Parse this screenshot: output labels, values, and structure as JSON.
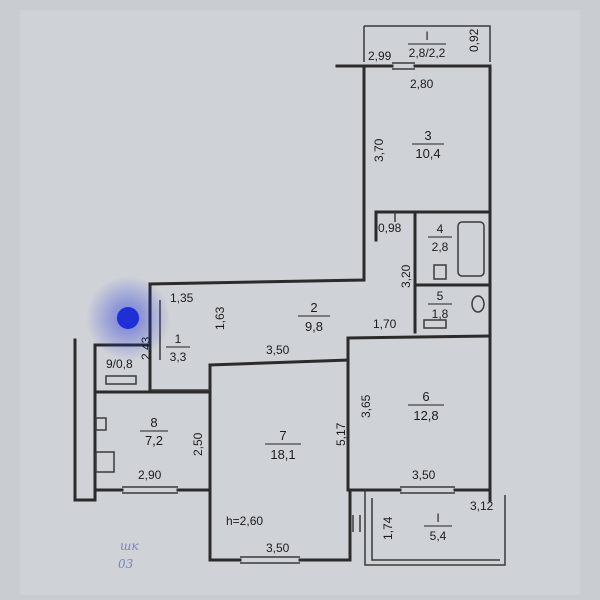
{
  "plan": {
    "rooms": [
      {
        "id": "balcony-top",
        "number": "I",
        "area": "2,8/2,2"
      },
      {
        "id": "room-3",
        "number": "3",
        "area": "10,4"
      },
      {
        "id": "room-4",
        "number": "4",
        "area": "2,8"
      },
      {
        "id": "room-5",
        "number": "5",
        "area": "1,8"
      },
      {
        "id": "room-2",
        "number": "2",
        "area": "9,8"
      },
      {
        "id": "room-1",
        "number": "1",
        "area": "3,3"
      },
      {
        "id": "room-9",
        "number": "9/0,8"
      },
      {
        "id": "room-8",
        "number": "8",
        "area": "7,2"
      },
      {
        "id": "room-7",
        "number": "7",
        "area": "18,1"
      },
      {
        "id": "room-6",
        "number": "6",
        "area": "12,8"
      },
      {
        "id": "balcony-bottom",
        "number": "I",
        "area": "5,4"
      }
    ],
    "dimensions": {
      "d299": "2,99",
      "d092": "0,92",
      "d280": "2,80",
      "d370": "3,70",
      "d098": "0,98",
      "d320": "3,20",
      "d135": "1,35",
      "d163": "1,63",
      "d243": "2,43",
      "d170": "1,70",
      "d350a": "3,50",
      "d365": "3,65",
      "d250": "2,50",
      "d517": "5,17",
      "d290": "2,90",
      "d350b": "3,50",
      "d312": "3,12",
      "d174": "1,74",
      "d350c": "3,50",
      "height": "h=2,60"
    },
    "handwriting": [
      "шк",
      "03"
    ]
  },
  "colors": {
    "paper": "#c9ccd1",
    "ink": "#2b2b2b",
    "marker": "#1d2fd6"
  }
}
